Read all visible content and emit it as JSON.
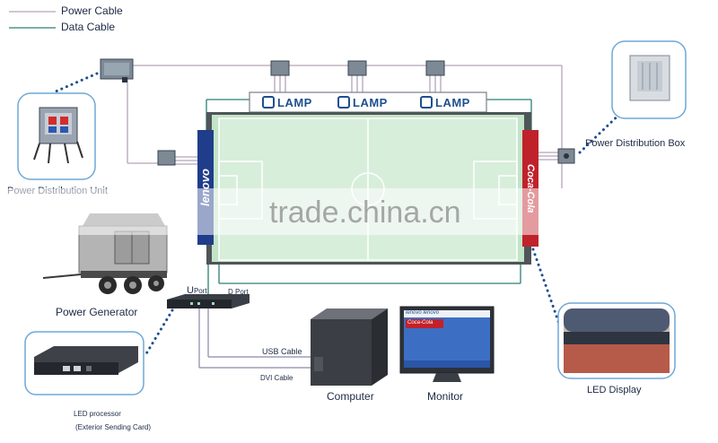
{
  "legend": {
    "power_label": "Power Cable",
    "data_label": "Data Cable",
    "power_color": "#b4a3b8",
    "data_color": "#2e7f73"
  },
  "lamp_label": "LAMP",
  "side_banners": {
    "left": "lenovo",
    "right": "Coca-Cola"
  },
  "labels": {
    "pdu": "Power Distribution Unit",
    "pdb": "Power Distribution Box",
    "generator": "Power Generator",
    "u_port": "U",
    "u_port_small": "Port",
    "d_port": "D Port",
    "usb_cable": "USB Cable",
    "dvi_cable": "DVI Cable",
    "computer": "Computer",
    "monitor": "Monitor",
    "led_display": "LED Display",
    "led_processor": "LED processor",
    "led_processor_sub": "(Exterior Sending Card)"
  },
  "monitor_screen": {
    "brand": "lenovo lenovo",
    "banner": "Coca-Cola"
  },
  "watermark": "trade.china.cn"
}
